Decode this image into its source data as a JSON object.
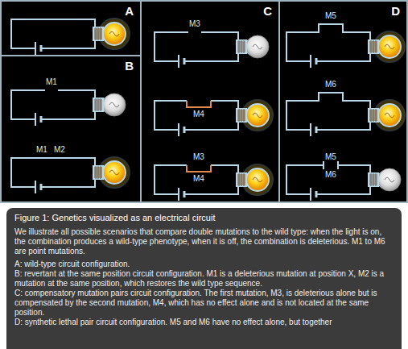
{
  "diagram": {
    "nodes": [
      {
        "text": [
          "A"
        ]
      },
      {
        "text": [
          "B"
        ]
      },
      {
        "text": [
          "C"
        ]
      },
      {
        "text": [
          "D"
        ]
      },
      {
        "text": [
          "Figure 1: Genetics visualized as an electrical circuit",
          "We illustrate all possible scenarios that compare double mutations to the wild type: when the light is on, the combination produces a wild-type phenotype, when it is off, the combination is deleterious. M1 to M6 are point mutations.",
          "A: wild-type circuit configuration.",
          "B: revertant at the same position circuit configuration. M1 is a deleterious mutation at position X, M2 is a mutation at the same position, which restores the wild type sequence.",
          "C: compensatory mutation pairs circuit configuration. The first mutation, M3, is deleterious alone but is compensated by the second mutation, M4, which has no effect alone and is not located at the same position.",
          "D: synthetic lethal pair circuit configuration. M5 and M6 have no effect alone, but together"
        ]
      }
    ],
    "labels": [
      "M1",
      "M1",
      "M2",
      "M3",
      "M4",
      "M3",
      "M4",
      "M5",
      "M6",
      "M5",
      "M6"
    ]
  }
}
